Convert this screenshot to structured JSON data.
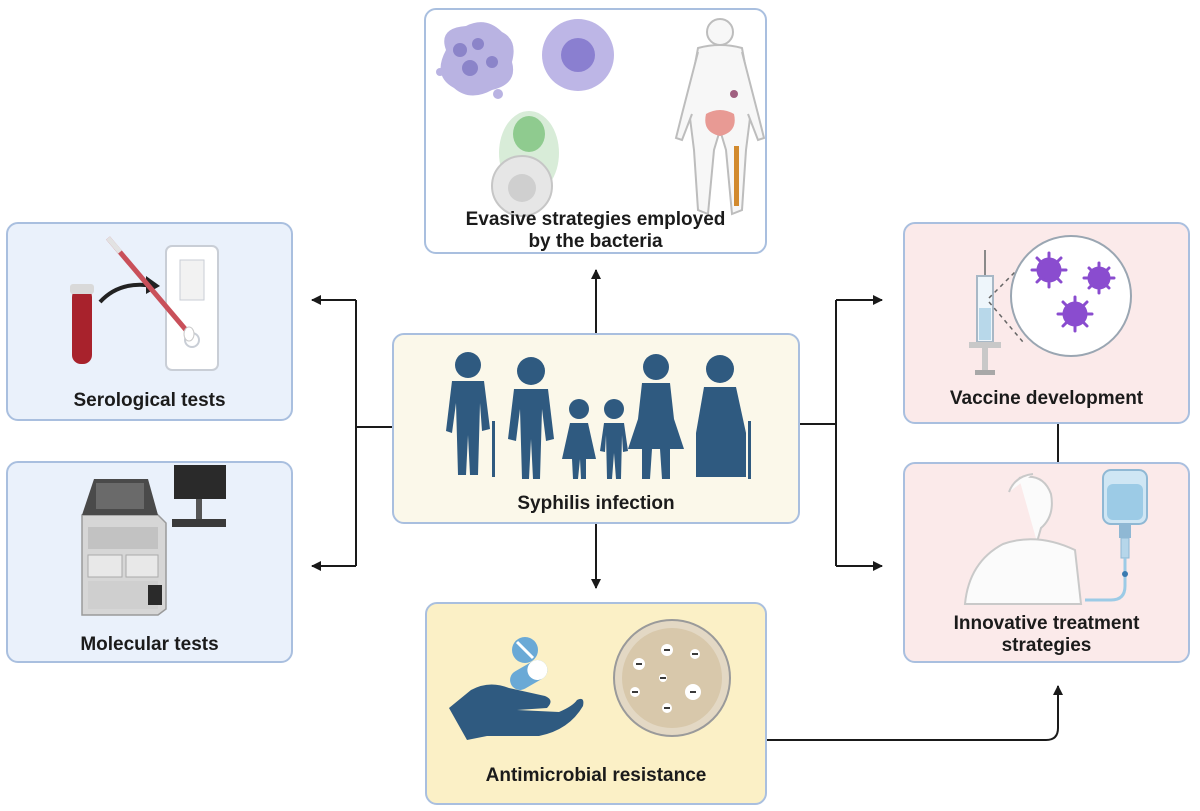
{
  "nodes": {
    "center": {
      "label": "Syphilis infection"
    },
    "top": {
      "label_line1": "Evasive strategies employed",
      "label_line2": "by the bacteria"
    },
    "serological": {
      "label": "Serological tests"
    },
    "molecular": {
      "label": "Molecular tests"
    },
    "vaccine": {
      "label": "Vaccine development"
    },
    "treatment": {
      "label_line1": "Innovative treatment",
      "label_line2": "strategies"
    },
    "amr": {
      "label": "Antimicrobial resistance"
    }
  },
  "colors": {
    "center_fill": "#fbf8ea",
    "top_fill": "#ffffff",
    "left_fill": "#eaf1fb",
    "right_fill": "#fbeaea",
    "amr_fill": "#fbf0c6",
    "border": "#a9bfdf",
    "people": "#2f5a80",
    "connector": "#1a1a1a"
  },
  "icons": {
    "center": "family-people-icon",
    "top": "immune-cells-human-body-icon",
    "serological": "blood-tube-rapid-test-icon",
    "molecular": "pcr-lab-instrument-icon",
    "vaccine": "syringe-virus-icon",
    "treatment": "patient-iv-drip-icon",
    "amr": "hand-pills-petri-dish-icon"
  }
}
